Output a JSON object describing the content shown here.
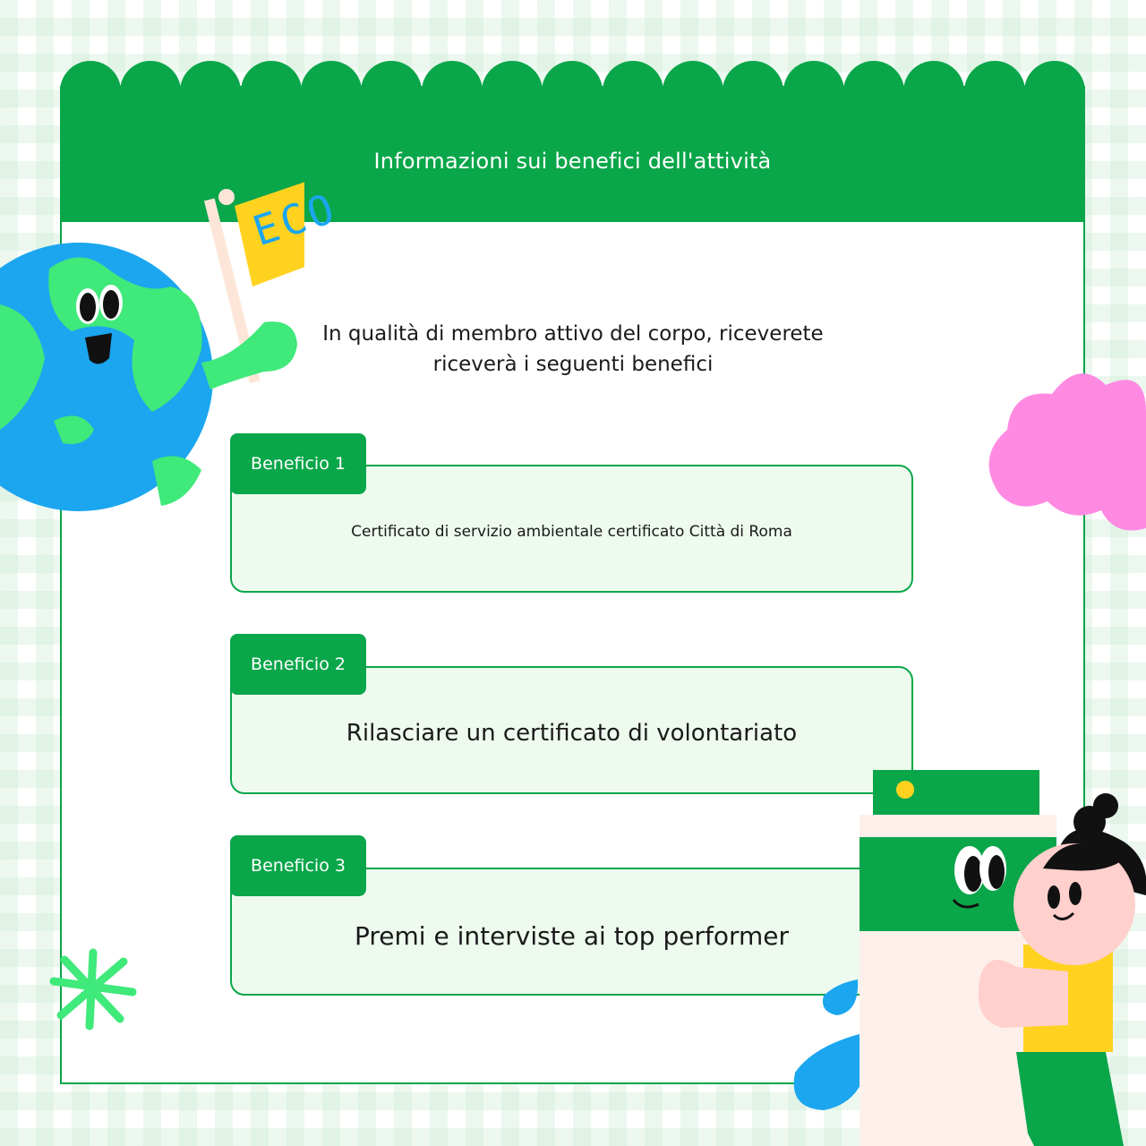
{
  "header": {
    "title": "Informazioni sui benefici dell'attività"
  },
  "flag": {
    "label": "ECO"
  },
  "intro": {
    "line1": "In qualità di membro attivo del corpo, riceverete",
    "line2": "riceverà i seguenti benefici"
  },
  "benefits": [
    {
      "tab": "Beneficio 1",
      "text": "Certificato di servizio ambientale certificato Città di Roma"
    },
    {
      "tab": "Beneficio 2",
      "text": "Rilasciare un certificato di volontariato"
    },
    {
      "tab": "Beneficio 3",
      "text": "Premi e interviste ai top performer"
    }
  ],
  "colors": {
    "primary_green": "#0aa64a",
    "light_green": "#eefaee",
    "earth_blue": "#1ba6ef",
    "earth_green": "#3fe97a",
    "flag_yellow": "#ffd21f",
    "cloud_pink": "#ff8ae2"
  }
}
